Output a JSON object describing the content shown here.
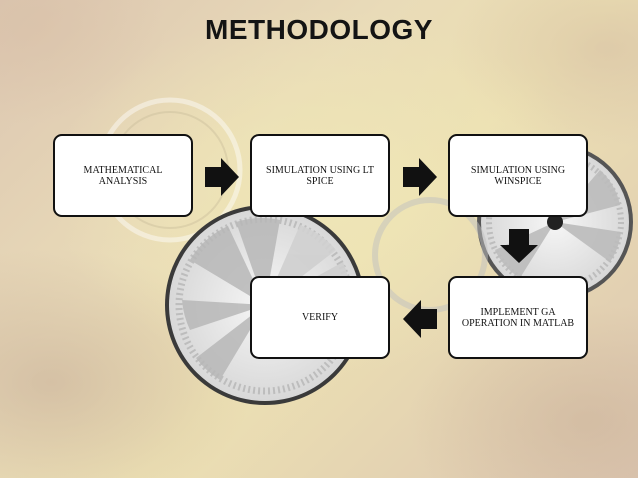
{
  "slide": {
    "title": "METHODOLOGY"
  },
  "steps": [
    {
      "id": "mathematical-analysis",
      "label": "MATHEMATICAL ANALYSIS"
    },
    {
      "id": "simulation-lt-spice",
      "label": "SIMULATION USING LT SPICE"
    },
    {
      "id": "simulation-winspice",
      "label": "SIMULATION USING WINSPICE"
    },
    {
      "id": "implement-ga",
      "label": "IMPLEMENT GA OPERATION IN MATLAB"
    },
    {
      "id": "verify",
      "label": "VERIFY"
    }
  ],
  "arrows": [
    {
      "from": "mathematical-analysis",
      "to": "simulation-lt-spice",
      "direction": "right"
    },
    {
      "from": "simulation-lt-spice",
      "to": "simulation-winspice",
      "direction": "right"
    },
    {
      "from": "simulation-winspice",
      "to": "implement-ga",
      "direction": "down"
    },
    {
      "from": "implement-ga",
      "to": "verify",
      "direction": "left"
    }
  ],
  "colors": {
    "box_fill": "#ffffff",
    "box_border": "#111111",
    "arrow": "#111111",
    "title": "#141414"
  }
}
